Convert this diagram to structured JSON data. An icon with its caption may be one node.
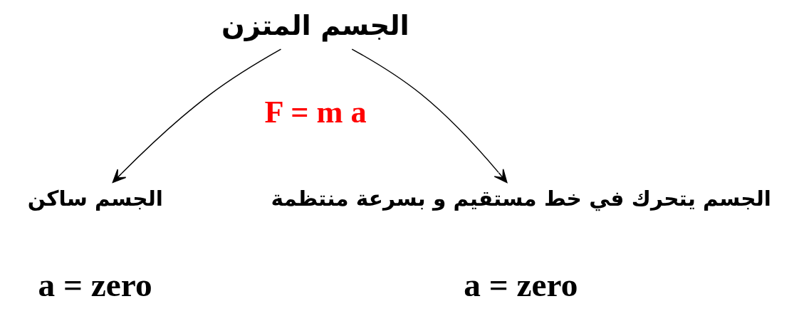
{
  "diagram": {
    "nodes": [
      {
        "text": [
          "الجسم المتزن"
        ]
      },
      {
        "text": [
          "الجسم ساكن"
        ]
      },
      {
        "text": [
          "الجسم يتحرك في خط مستقيم و بسرعة منتظمة"
        ]
      }
    ],
    "edges": [
      {
        "from": 0,
        "to": 1,
        "arrow": "to"
      },
      {
        "from": 0,
        "to": 2,
        "arrow": "to"
      }
    ],
    "labels": [
      "F = m a",
      "a = zero",
      "a = zero"
    ]
  }
}
